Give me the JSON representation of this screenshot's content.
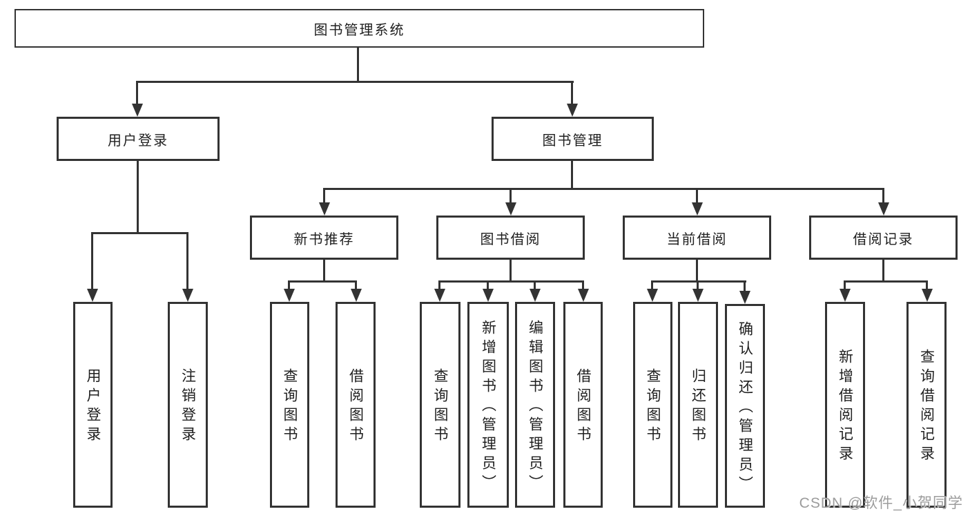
{
  "diagram": {
    "root": {
      "label": "图书管理系统"
    },
    "level2": [
      {
        "label": "用户登录"
      },
      {
        "label": "图书管理"
      }
    ],
    "level3": [
      {
        "label": "新书推荐"
      },
      {
        "label": "图书借阅"
      },
      {
        "label": "当前借阅"
      },
      {
        "label": "借阅记录"
      }
    ],
    "leaves": [
      {
        "label": "用户登录"
      },
      {
        "label": "注销登录"
      },
      {
        "label": "查询图书"
      },
      {
        "label": "借阅图书"
      },
      {
        "label": "查询图书"
      },
      {
        "label": "新增图书（管理员）"
      },
      {
        "label": "编辑图书（管理员）"
      },
      {
        "label": "借阅图书"
      },
      {
        "label": "查询图书"
      },
      {
        "label": "归还图书"
      },
      {
        "label": "确认归还（管理员）"
      },
      {
        "label": "新增借阅记录"
      },
      {
        "label": "查询借阅记录"
      }
    ]
  },
  "watermark": {
    "text": "CSDN @软件_小贺同学"
  },
  "colors": {
    "line": "#333333",
    "text": "#1f1f1f",
    "background": "#ffffff",
    "watermark": "#9c9c9c"
  }
}
